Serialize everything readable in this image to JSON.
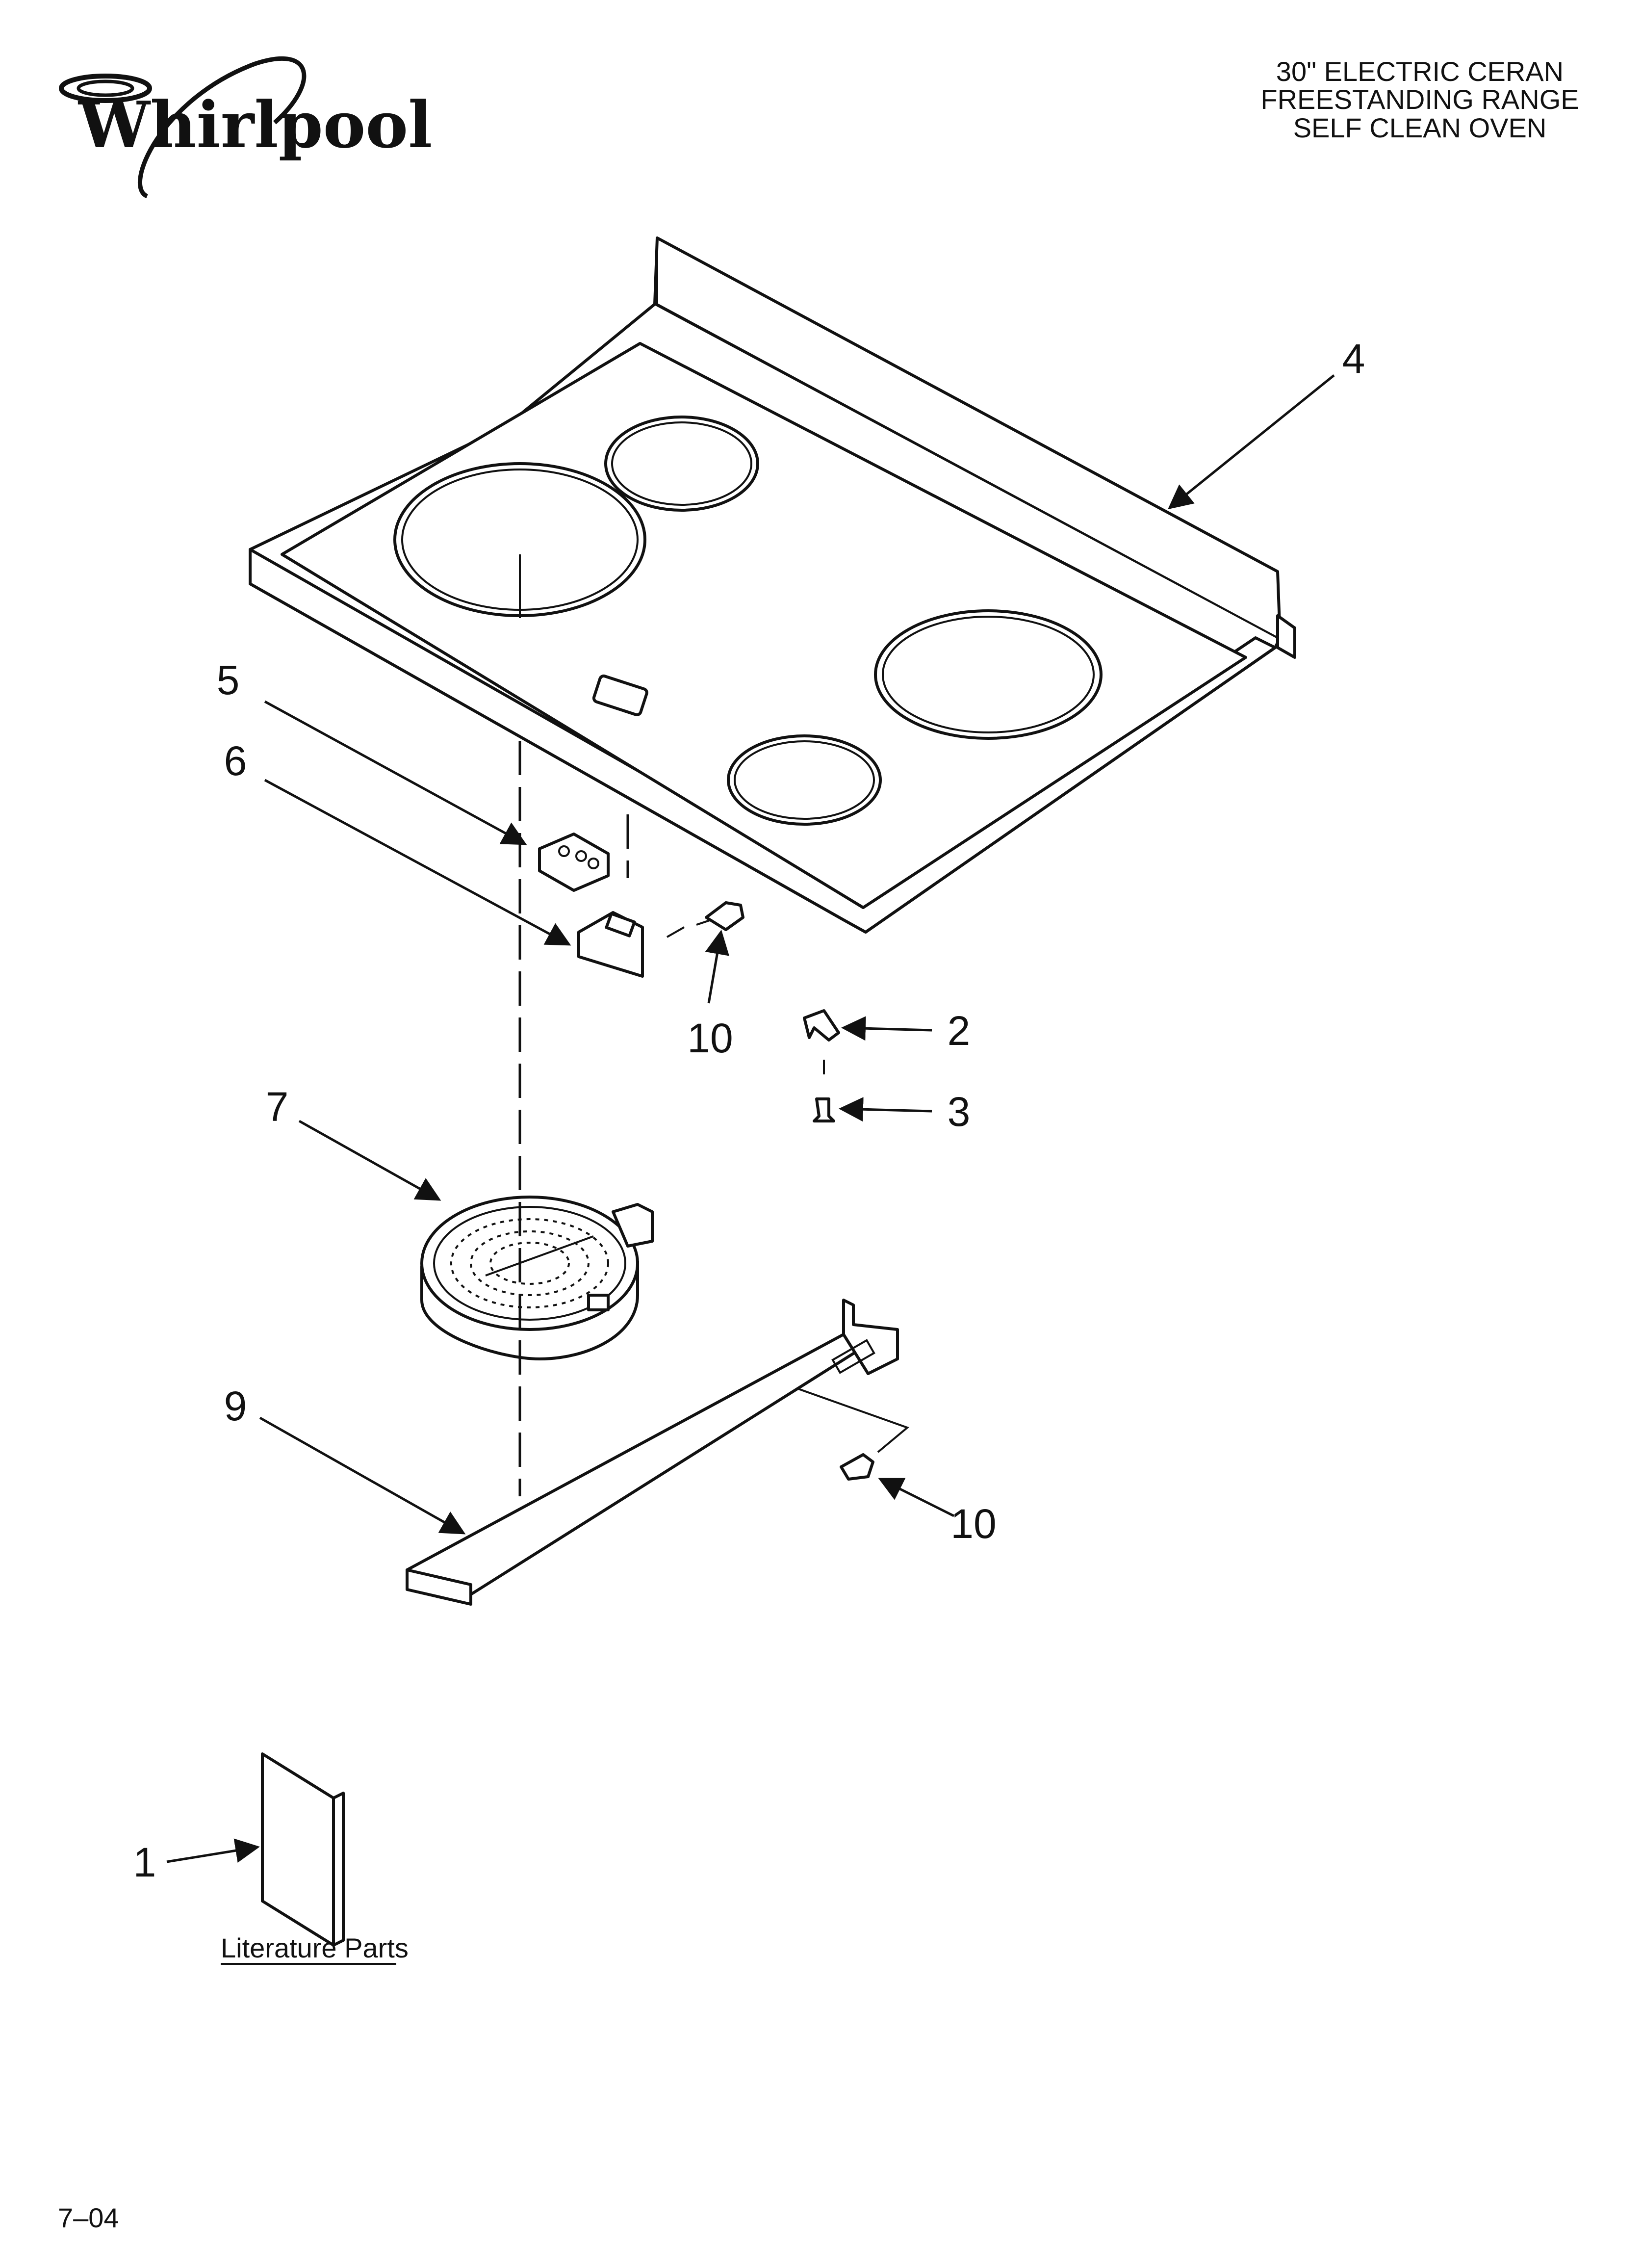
{
  "header": {
    "brand": "Whirlpool",
    "title_lines": [
      "30\" ELECTRIC CERAN",
      "FREESTANDING RANGE",
      "SELF CLEAN OVEN"
    ]
  },
  "callouts": {
    "c1": "1",
    "c2": "2",
    "c3": "3",
    "c4": "4",
    "c5": "5",
    "c6": "6",
    "c7": "7",
    "c9": "9",
    "c10a": "10",
    "c10b": "10"
  },
  "literature": {
    "caption": "Literature Parts"
  },
  "footer": {
    "code": "7–04"
  }
}
